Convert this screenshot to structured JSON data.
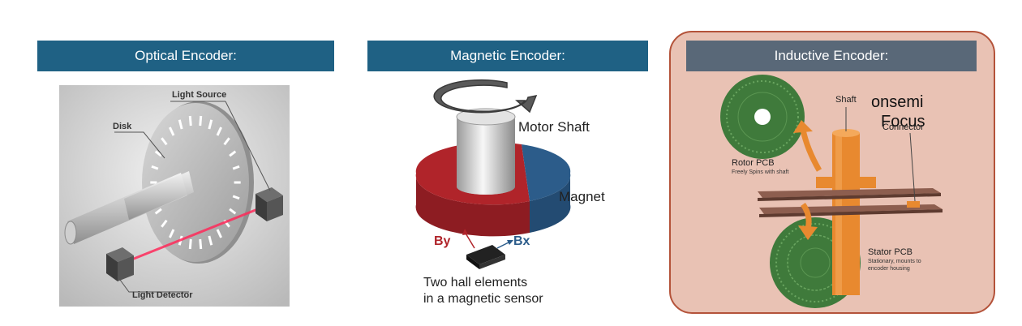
{
  "panels": {
    "optical": {
      "title": "Optical Encoder:",
      "labels": {
        "light_source": "Light Source",
        "disk": "Disk",
        "light_detector": "Light Detector"
      }
    },
    "magnetic": {
      "title": "Magnetic Encoder:",
      "labels": {
        "motor_shaft": "Motor Shaft",
        "magnet": "Magnet",
        "by": "By",
        "bx": "Bx",
        "caption_line1": "Two hall elements",
        "caption_line2": "in a magnetic sensor"
      }
    },
    "inductive": {
      "title": "Inductive Encoder:",
      "labels": {
        "brand_line1": "onsemi",
        "brand_line2": "Focus",
        "shaft": "Shaft",
        "connector": "Connector",
        "rotor": "Rotor PCB",
        "rotor_sub": "Freely Spins with shaft",
        "stator": "Stator PCB",
        "stator_sub_line1": "Stationary, mounts to",
        "stator_sub_line2": "encoder housing"
      }
    }
  },
  "colors": {
    "banner_blue": "#1f6184",
    "banner_grey": "#596878",
    "inductive_bg": "#e9c2b4",
    "inductive_border": "#b4533a",
    "pcb_green": "#3f7a3b",
    "shaft_orange": "#e8892f",
    "magnet_red": "#b0242a",
    "magnet_blue": "#2c5c8a",
    "laser_red": "#ff2a5a"
  }
}
